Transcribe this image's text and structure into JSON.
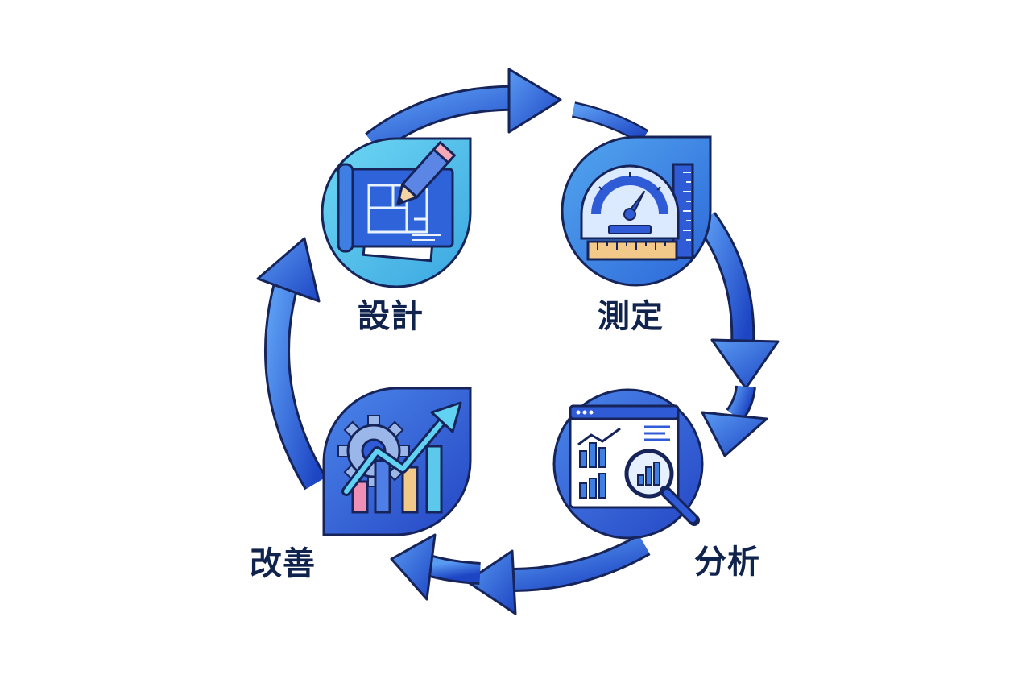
{
  "diagram": {
    "type": "cycle",
    "stages": [
      {
        "id": "design",
        "label": "設計",
        "icon": "blueprint-pencil-icon"
      },
      {
        "id": "measure",
        "label": "測定",
        "icon": "gauge-ruler-icon"
      },
      {
        "id": "analyze",
        "label": "分析",
        "icon": "chart-magnifier-icon"
      },
      {
        "id": "improve",
        "label": "改善",
        "icon": "gear-growth-chart-icon"
      }
    ],
    "direction": "clockwise"
  },
  "colors": {
    "arrow_dark": "#1f49c9",
    "arrow_light": "#4f8ff0",
    "outline": "#16245a",
    "badge_cyan": "#52c9ec",
    "badge_blue": "#3f7ee3",
    "badge_deep": "#2f5bd6",
    "label_text": "#10234d"
  }
}
